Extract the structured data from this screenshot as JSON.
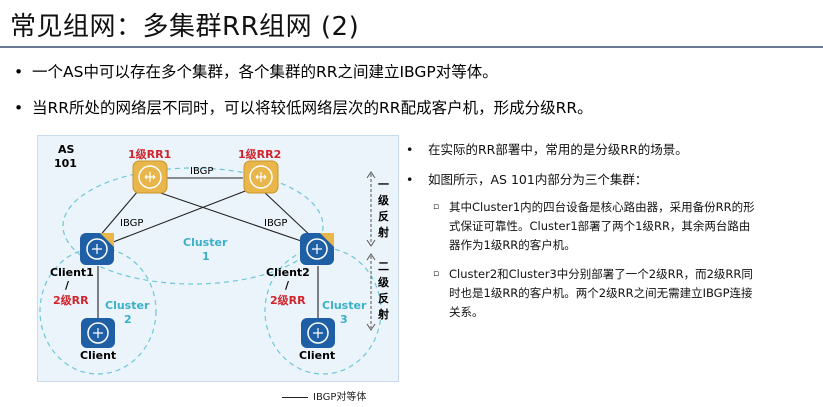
{
  "slide": {
    "title": "常见组网：多集群RR组网 (2)",
    "bullets": [
      "一个AS中可以存在多个集群，各个集群的RR之间建立IBGP对等体。",
      "当RR所处的网络层不同时，可以将较低网络层次的RR配成客户机，形成分级RR。"
    ],
    "bullet_glyph": "•"
  },
  "diagram": {
    "as_label": "AS",
    "as_number": "101",
    "rr1_label": "1级RR1",
    "rr2_label": "1级RR2",
    "ibgp_top": "IBGP",
    "ibgp_left": "IBGP",
    "ibgp_right": "IBGP",
    "cluster1": "Cluster",
    "cluster1_num": "1",
    "cluster2": "Cluster",
    "cluster2_num": "2",
    "cluster3": "Cluster",
    "cluster3_num": "3",
    "client1": "Client1",
    "client1_sep": "/",
    "client1_rr": "2级RR",
    "client2": "Client2",
    "client2_sep": "/",
    "client2_rr": "2级RR",
    "client_left": "Client",
    "client_right": "Client",
    "level1_reflect": [
      "一",
      "级",
      "反",
      "射"
    ],
    "level2_reflect": [
      "二",
      "级",
      "反",
      "射"
    ],
    "colors": {
      "rr_fill": "#e8b64a",
      "client_fill": "#1f5fa6",
      "red_label": "#d0252d",
      "cluster_text": "#3ab0c8",
      "bg": "#ecf4fb"
    }
  },
  "legend": {
    "ibgp_peer": "IBGP对等体"
  },
  "side": {
    "bullets": [
      "在实际的RR部署中，常用的是分级RR的场景。",
      "如图所示，AS 101内部分为三个集群："
    ],
    "sub_bullets": [
      [
        "其中Cluster1内的四台设备是核心路由器，采用备份RR的形",
        "式保证可靠性。Cluster1部署了两个1级RR，其余两台路由",
        "器作为1级RR的客户机。"
      ],
      [
        "Cluster2和Cluster3中分别部署了一个2级RR，而2级RR同",
        "时也是1级RR的客户机。两个2级RR之间无需建立IBGP连接",
        "关系。"
      ]
    ],
    "sub_glyph": "▫"
  }
}
